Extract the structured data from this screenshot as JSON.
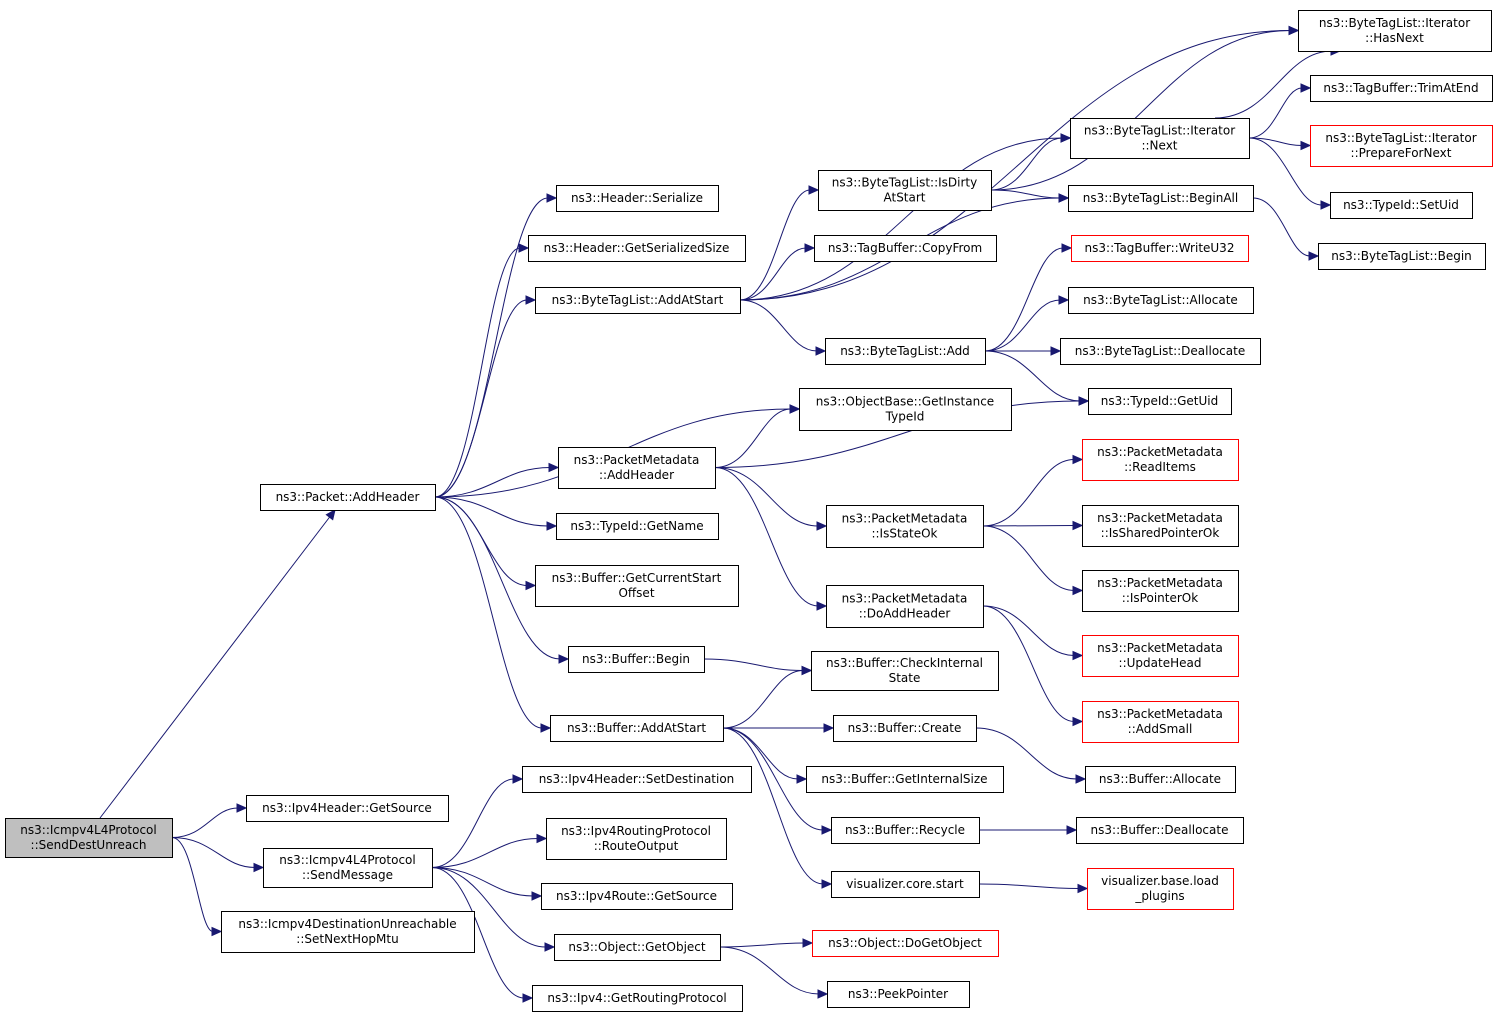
{
  "diagram": {
    "colors": {
      "edge": "#191970",
      "root_fill": "#bfbfbf",
      "external_border": "#ff0000",
      "node_border": "#000000"
    },
    "nodes": {
      "n1": {
        "lines": [
          "ns3::Icmpv4L4Protocol",
          "::SendDestUnreach"
        ],
        "root": true
      },
      "n2": {
        "lines": [
          "ns3::Packet::AddHeader"
        ]
      },
      "n3": {
        "lines": [
          "ns3::Ipv4Header::GetSource"
        ]
      },
      "n4": {
        "lines": [
          "ns3::Icmpv4L4Protocol",
          "::SendMessage"
        ]
      },
      "n5": {
        "lines": [
          "ns3::Icmpv4DestinationUnreachable",
          "::SetNextHopMtu"
        ]
      },
      "n6": {
        "lines": [
          "ns3::Header::Serialize"
        ]
      },
      "n7": {
        "lines": [
          "ns3::Header::GetSerializedSize"
        ]
      },
      "n8": {
        "lines": [
          "ns3::ByteTagList::AddAtStart"
        ]
      },
      "n9": {
        "lines": [
          "ns3::PacketMetadata",
          "::AddHeader"
        ]
      },
      "n10": {
        "lines": [
          "ns3::TypeId::GetName"
        ]
      },
      "n11": {
        "lines": [
          "ns3::Buffer::GetCurrentStart",
          "Offset"
        ]
      },
      "n12": {
        "lines": [
          "ns3::Buffer::Begin"
        ]
      },
      "n13": {
        "lines": [
          "ns3::Buffer::AddAtStart"
        ]
      },
      "n14": {
        "lines": [
          "ns3::Ipv4Header::SetDestination"
        ]
      },
      "n15": {
        "lines": [
          "ns3::Ipv4RoutingProtocol",
          "::RouteOutput"
        ]
      },
      "n16": {
        "lines": [
          "ns3::Ipv4Route::GetSource"
        ]
      },
      "n17": {
        "lines": [
          "ns3::Object::GetObject"
        ]
      },
      "n18": {
        "lines": [
          "ns3::Ipv4::GetRoutingProtocol"
        ]
      },
      "n19": {
        "lines": [
          "ns3::ByteTagList::IsDirty",
          "AtStart"
        ]
      },
      "n20": {
        "lines": [
          "ns3::TagBuffer::CopyFrom"
        ]
      },
      "n21": {
        "lines": [
          "ns3::ByteTagList::Add"
        ]
      },
      "n22": {
        "lines": [
          "ns3::ObjectBase::GetInstance",
          "TypeId"
        ]
      },
      "n23": {
        "lines": [
          "ns3::PacketMetadata",
          "::IsStateOk"
        ]
      },
      "n24": {
        "lines": [
          "ns3::PacketMetadata",
          "::DoAddHeader"
        ]
      },
      "n25": {
        "lines": [
          "ns3::Buffer::CheckInternal",
          "State"
        ]
      },
      "n26": {
        "lines": [
          "ns3::Buffer::Create"
        ]
      },
      "n27": {
        "lines": [
          "ns3::Buffer::GetInternalSize"
        ]
      },
      "n28": {
        "lines": [
          "ns3::Buffer::Recycle"
        ]
      },
      "n29": {
        "lines": [
          "visualizer.core.start"
        ]
      },
      "n30": {
        "lines": [
          "ns3::Object::DoGetObject"
        ],
        "external": true
      },
      "n31": {
        "lines": [
          "ns3::PeekPointer"
        ]
      },
      "n32": {
        "lines": [
          "ns3::ByteTagList::Iterator",
          "::HasNext"
        ]
      },
      "n33": {
        "lines": [
          "ns3::ByteTagList::Iterator",
          "::Next"
        ]
      },
      "n34": {
        "lines": [
          "ns3::ByteTagList::BeginAll"
        ]
      },
      "n35": {
        "lines": [
          "ns3::TagBuffer::WriteU32"
        ],
        "external": true
      },
      "n36": {
        "lines": [
          "ns3::ByteTagList::Allocate"
        ]
      },
      "n37": {
        "lines": [
          "ns3::ByteTagList::Deallocate"
        ]
      },
      "n38": {
        "lines": [
          "ns3::TypeId::GetUid"
        ]
      },
      "n39": {
        "lines": [
          "ns3::PacketMetadata",
          "::ReadItems"
        ],
        "external": true
      },
      "n40": {
        "lines": [
          "ns3::PacketMetadata",
          "::IsSharedPointerOk"
        ]
      },
      "n41": {
        "lines": [
          "ns3::PacketMetadata",
          "::IsPointerOk"
        ]
      },
      "n42": {
        "lines": [
          "ns3::PacketMetadata",
          "::UpdateHead"
        ],
        "external": true
      },
      "n43": {
        "lines": [
          "ns3::PacketMetadata",
          "::AddSmall"
        ],
        "external": true
      },
      "n44": {
        "lines": [
          "ns3::Buffer::Allocate"
        ]
      },
      "n45": {
        "lines": [
          "ns3::Buffer::Deallocate"
        ]
      },
      "n46": {
        "lines": [
          "visualizer.base.load",
          "_plugins"
        ],
        "external": true
      },
      "n47": {
        "lines": [
          "ns3::TagBuffer::TrimAtEnd"
        ]
      },
      "n48": {
        "lines": [
          "ns3::ByteTagList::Iterator",
          "::PrepareForNext"
        ],
        "external": true
      },
      "n49": {
        "lines": [
          "ns3::TypeId::SetUid"
        ]
      },
      "n50": {
        "lines": [
          "ns3::ByteTagList::Begin"
        ]
      }
    },
    "edges": [
      [
        "n1",
        "n2"
      ],
      [
        "n1",
        "n3"
      ],
      [
        "n1",
        "n4"
      ],
      [
        "n1",
        "n5"
      ],
      [
        "n2",
        "n6"
      ],
      [
        "n2",
        "n7"
      ],
      [
        "n2",
        "n8"
      ],
      [
        "n2",
        "n9"
      ],
      [
        "n2",
        "n10"
      ],
      [
        "n2",
        "n11"
      ],
      [
        "n2",
        "n12"
      ],
      [
        "n2",
        "n13"
      ],
      [
        "n2",
        "n22"
      ],
      [
        "n4",
        "n14"
      ],
      [
        "n4",
        "n15"
      ],
      [
        "n4",
        "n16"
      ],
      [
        "n4",
        "n17"
      ],
      [
        "n4",
        "n18"
      ],
      [
        "n8",
        "n19"
      ],
      [
        "n8",
        "n20"
      ],
      [
        "n8",
        "n21"
      ],
      [
        "n8",
        "n32"
      ],
      [
        "n8",
        "n33"
      ],
      [
        "n8",
        "n34"
      ],
      [
        "n19",
        "n32"
      ],
      [
        "n19",
        "n33"
      ],
      [
        "n19",
        "n34"
      ],
      [
        "n21",
        "n35"
      ],
      [
        "n21",
        "n36"
      ],
      [
        "n21",
        "n37"
      ],
      [
        "n21",
        "n38"
      ],
      [
        "n9",
        "n22"
      ],
      [
        "n9",
        "n38"
      ],
      [
        "n9",
        "n23"
      ],
      [
        "n9",
        "n24"
      ],
      [
        "n23",
        "n39"
      ],
      [
        "n23",
        "n40"
      ],
      [
        "n23",
        "n41"
      ],
      [
        "n24",
        "n42"
      ],
      [
        "n24",
        "n43"
      ],
      [
        "n12",
        "n25"
      ],
      [
        "n13",
        "n25"
      ],
      [
        "n13",
        "n26"
      ],
      [
        "n13",
        "n27"
      ],
      [
        "n13",
        "n28"
      ],
      [
        "n13",
        "n29"
      ],
      [
        "n26",
        "n44"
      ],
      [
        "n28",
        "n45"
      ],
      [
        "n29",
        "n46"
      ],
      [
        "n17",
        "n30"
      ],
      [
        "n17",
        "n31"
      ],
      [
        "n33",
        "n32"
      ],
      [
        "n33",
        "n47"
      ],
      [
        "n33",
        "n48"
      ],
      [
        "n33",
        "n49"
      ],
      [
        "n34",
        "n50"
      ]
    ]
  }
}
